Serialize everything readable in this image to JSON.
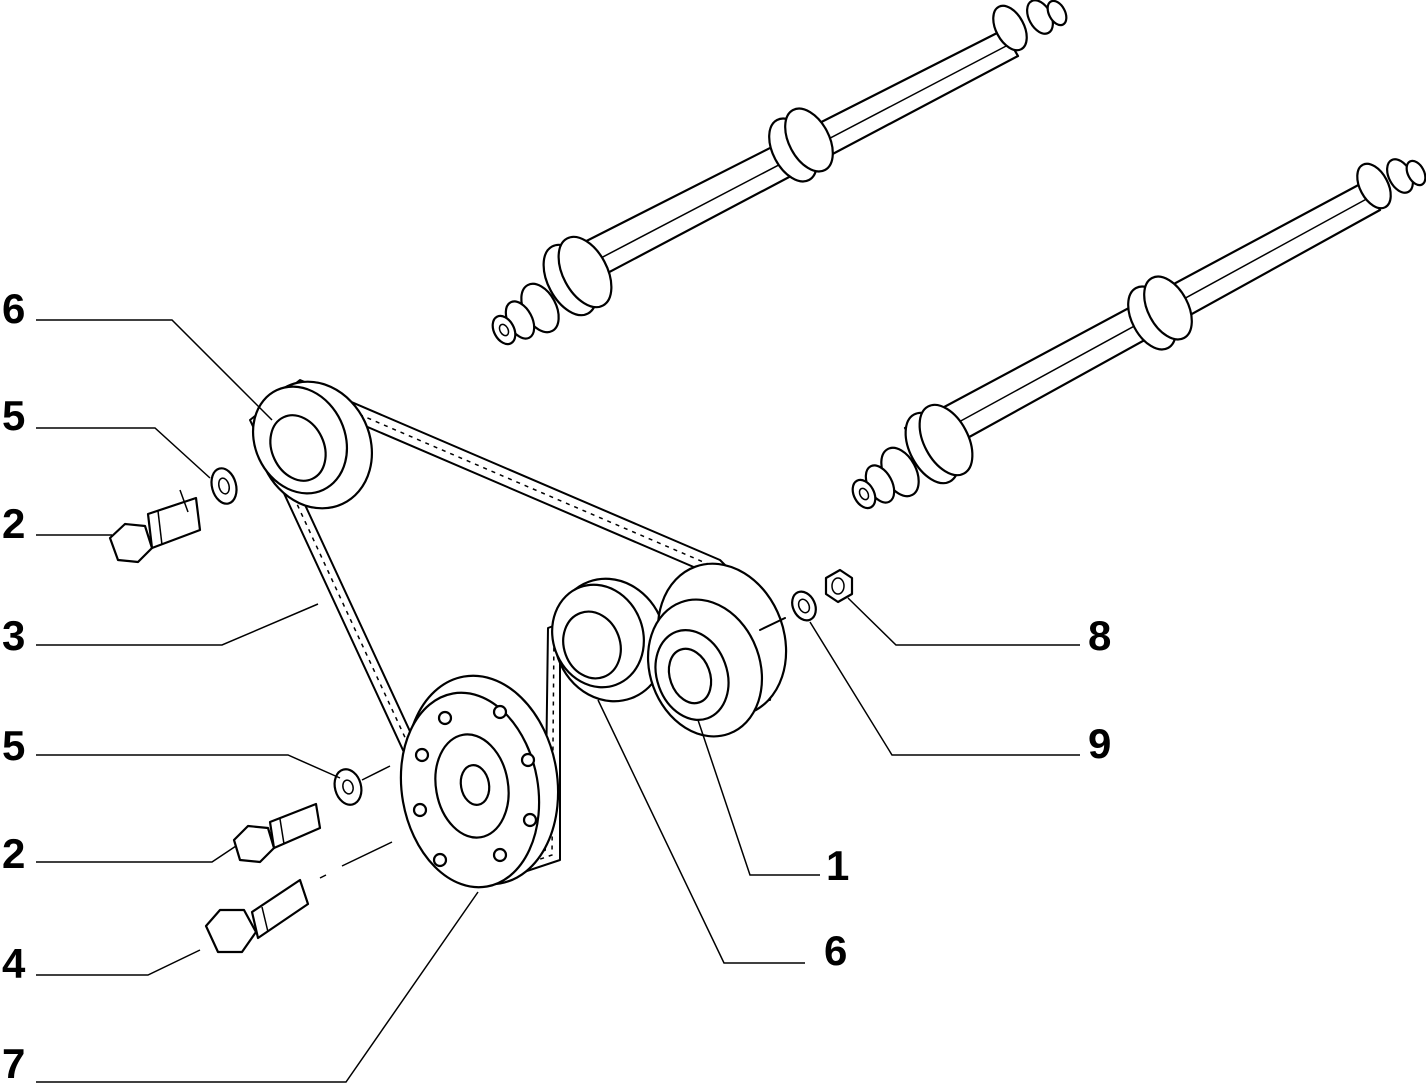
{
  "callouts": {
    "c6_top": "6",
    "c5_top": "5",
    "c2_top": "2",
    "c3": "3",
    "c5_mid": "5",
    "c2_mid": "2",
    "c4": "4",
    "c7": "7",
    "c8": "8",
    "c9": "9",
    "c1": "1",
    "c6_bottom": "6"
  }
}
